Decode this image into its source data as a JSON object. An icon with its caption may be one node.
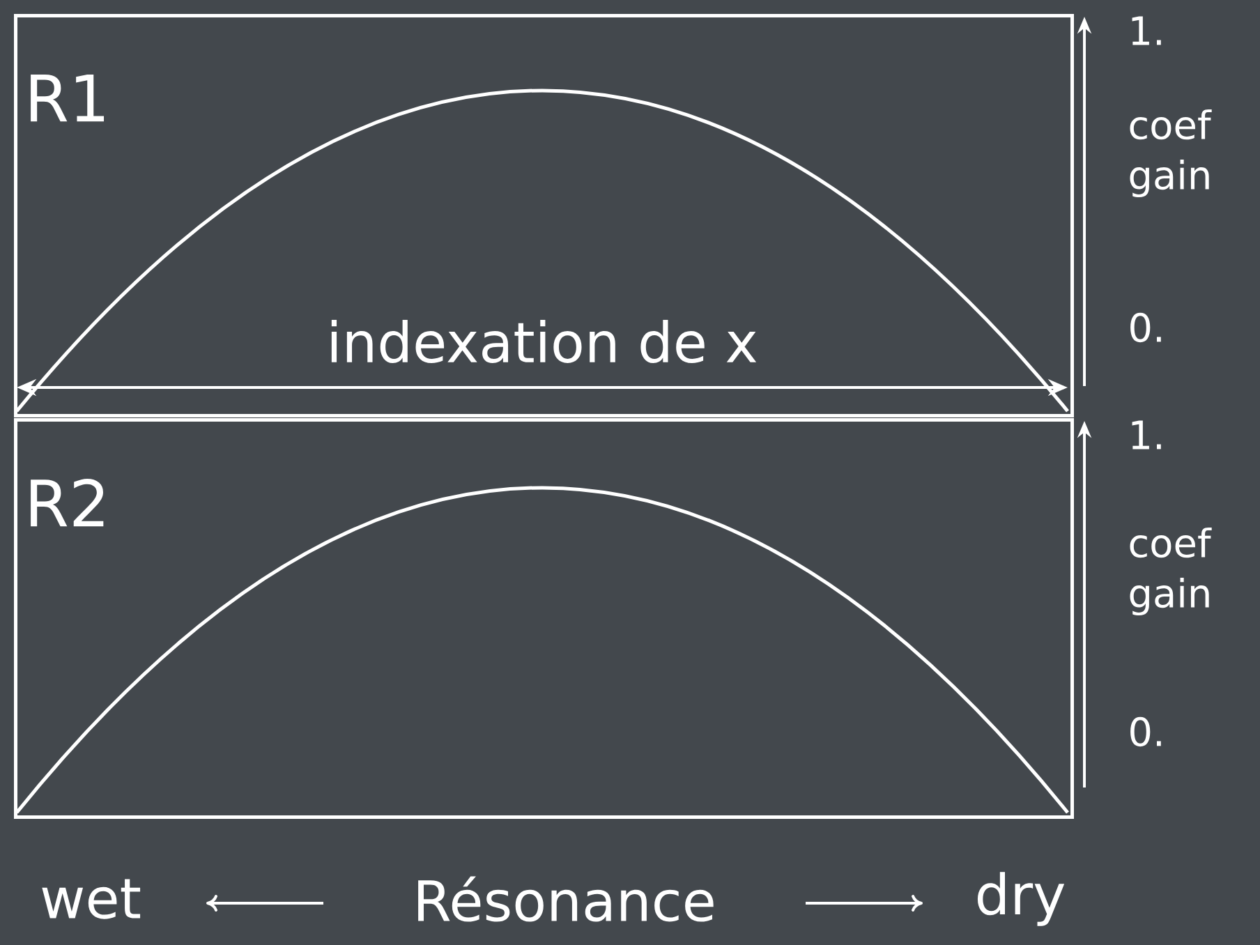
{
  "diagram": {
    "nodes": [
      {
        "text": [
          "R1"
        ]
      },
      {
        "text": [
          "R2"
        ]
      }
    ],
    "labels": [
      "indexation de x",
      "1.",
      "coef gain",
      "0.",
      "1.",
      "coef gain",
      "0.",
      "wet",
      "Résonance",
      "dry"
    ]
  }
}
